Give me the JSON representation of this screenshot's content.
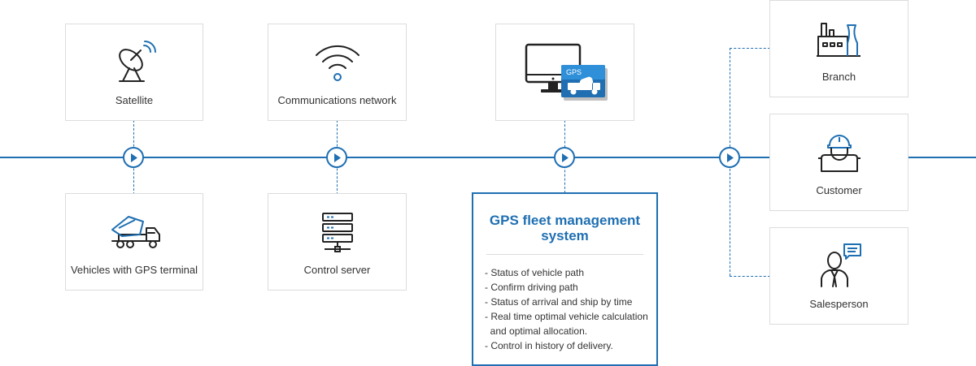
{
  "nodes": {
    "satellite": "Satellite",
    "communications": "Communications network",
    "vehicles": "Vehicles with GPS terminal",
    "control_server": "Control server",
    "branch": "Branch",
    "customer": "Customer",
    "salesperson": "Salesperson"
  },
  "gps_badge": "GPS",
  "gps_system": {
    "title": "GPS fleet management system",
    "items": [
      "- Status of vehicle path",
      "- Confirm driving path",
      "- Status of arrival and ship by time",
      "- Real time optimal vehicle calculation",
      "  and optimal allocation.",
      "- Control in history of delivery."
    ]
  },
  "colors": {
    "accent": "#1f6fb2",
    "border": "#dcdcdc",
    "text": "#333333"
  }
}
